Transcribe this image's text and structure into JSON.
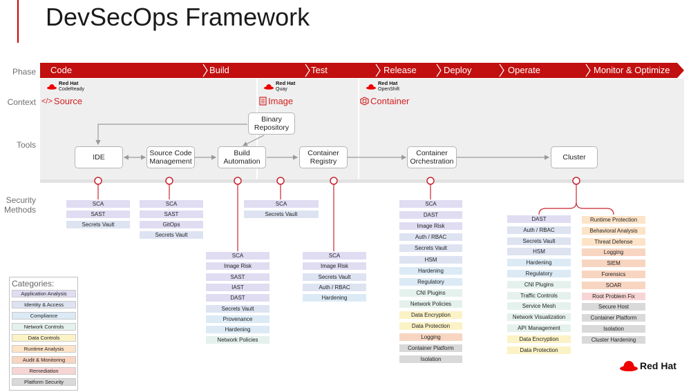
{
  "title": "DevSecOps Framework",
  "row_labels": {
    "phase": "Phase",
    "context": "Context",
    "tools": "Tools",
    "security_line1": "Security",
    "security_line2": "Methods"
  },
  "phases": [
    "Code",
    "Build",
    "Test",
    "Release",
    "Deploy",
    "Operate",
    "Monitor & Optimize"
  ],
  "products": [
    {
      "brand": "Red Hat",
      "name": "CodeReady"
    },
    {
      "brand": "Red Hat",
      "name": "Quay"
    },
    {
      "brand": "Red Hat",
      "name": "OpenShift"
    }
  ],
  "contexts": [
    {
      "icon": "code-icon",
      "label": "Source"
    },
    {
      "icon": "document-icon",
      "label": "Image"
    },
    {
      "icon": "container-icon",
      "label": "Container"
    }
  ],
  "tools": {
    "binary_repo": [
      "Binary",
      "Repository"
    ],
    "ide": [
      "IDE"
    ],
    "scm": [
      "Source Code",
      "Management"
    ],
    "build": [
      "Build",
      "Automation"
    ],
    "registry": [
      "Container",
      "Registry"
    ],
    "orchestration": [
      "Container",
      "Orchestration"
    ],
    "cluster": [
      "Cluster"
    ]
  },
  "security_methods": {
    "ide": [
      [
        "SCA",
        "app"
      ],
      [
        "SAST",
        "app"
      ],
      [
        "Secrets Vault",
        "id"
      ]
    ],
    "scm": [
      [
        "SCA",
        "app"
      ],
      [
        "SAST",
        "app"
      ],
      [
        "GitOps",
        "app"
      ],
      [
        "Secrets Vault",
        "id"
      ]
    ],
    "build": [
      [
        "SCA",
        "app"
      ],
      [
        "Image Risk",
        "app"
      ],
      [
        "SAST",
        "app"
      ],
      [
        "IAST",
        "app"
      ],
      [
        "DAST",
        "app"
      ],
      [
        "Secrets Vault",
        "id"
      ],
      [
        "Provenance",
        "comp"
      ],
      [
        "Hardening",
        "comp"
      ],
      [
        "Network Policies",
        "net"
      ]
    ],
    "build_registry": [
      [
        "SCA",
        "app"
      ],
      [
        "Secrets Vault",
        "id"
      ]
    ],
    "registry": [
      [
        "SCA",
        "app"
      ],
      [
        "Image Risk",
        "app"
      ],
      [
        "Secrets Vault",
        "id"
      ],
      [
        "Auth / RBAC",
        "id"
      ],
      [
        "Hardening",
        "comp"
      ]
    ],
    "orchestration": [
      [
        "SCA",
        "app"
      ],
      [
        "DAST",
        "app"
      ],
      [
        "Image Risk",
        "app"
      ],
      [
        "Auth / RBAC",
        "id"
      ],
      [
        "Secrets Vault",
        "id"
      ],
      [
        "HSM",
        "id"
      ],
      [
        "Hardening",
        "comp"
      ],
      [
        "Regulatory",
        "comp"
      ],
      [
        "CNI Plugins",
        "net"
      ],
      [
        "Network Policies",
        "net"
      ],
      [
        "Data Encryption",
        "data"
      ],
      [
        "Data Protection",
        "data"
      ],
      [
        "Logging",
        "audit"
      ],
      [
        "Container Platform",
        "plat"
      ],
      [
        "Isolation",
        "plat"
      ]
    ],
    "cluster_left": [
      [
        "DAST",
        "app"
      ],
      [
        "Auth / RBAC",
        "id"
      ],
      [
        "Secrets Vault",
        "id"
      ],
      [
        "HSM",
        "id"
      ],
      [
        "Hardening",
        "comp"
      ],
      [
        "Regulatory",
        "comp"
      ],
      [
        "CNI Plugins",
        "net"
      ],
      [
        "Traffic Controls",
        "net"
      ],
      [
        "Service Mesh",
        "net"
      ],
      [
        "Network Visualization",
        "net"
      ],
      [
        "API Management",
        "net"
      ],
      [
        "Data Encryption",
        "data"
      ],
      [
        "Data Protection",
        "data"
      ]
    ],
    "cluster_right": [
      [
        "Runtime Protection",
        "rt"
      ],
      [
        "Behavioral Analysis",
        "rt"
      ],
      [
        "Threat Defense",
        "rt"
      ],
      [
        "Logging",
        "audit"
      ],
      [
        "SIEM",
        "audit"
      ],
      [
        "Forensics",
        "audit"
      ],
      [
        "SOAR",
        "audit"
      ],
      [
        "Root Problem Fix",
        "rem"
      ],
      [
        "Secure Host",
        "plat"
      ],
      [
        "Container Platform",
        "plat"
      ],
      [
        "Isolation",
        "plat"
      ],
      [
        "Cluster Hardening",
        "plat"
      ]
    ]
  },
  "legend": {
    "title": "Categories:",
    "items": [
      {
        "label": "Application Analysis",
        "cat": "app"
      },
      {
        "label": "Identity & Access",
        "cat": "id"
      },
      {
        "label": "Compliance",
        "cat": "comp"
      },
      {
        "label": "Network Controls",
        "cat": "net"
      },
      {
        "label": "Data Controls",
        "cat": "data"
      },
      {
        "label": "Runtime Analysis",
        "cat": "rt"
      },
      {
        "label": "Audit & Monitoring",
        "cat": "audit"
      },
      {
        "label": "Remediation",
        "cat": "rem"
      },
      {
        "label": "Platform Security",
        "cat": "plat"
      }
    ]
  },
  "colors": {
    "accent_red": "#cc0000",
    "phase_bar": "#c20f0f",
    "context_band": "#efefef",
    "app": "#e0dcf2",
    "id": "#dde3f1",
    "comp": "#dbeaf5",
    "net": "#e5f1ec",
    "data": "#fbf2c6",
    "rt": "#fde3c7",
    "audit": "#f8d5c1",
    "rem": "#f8d5d5",
    "plat": "#d9d9d9"
  },
  "brand_logo": "Red Hat"
}
